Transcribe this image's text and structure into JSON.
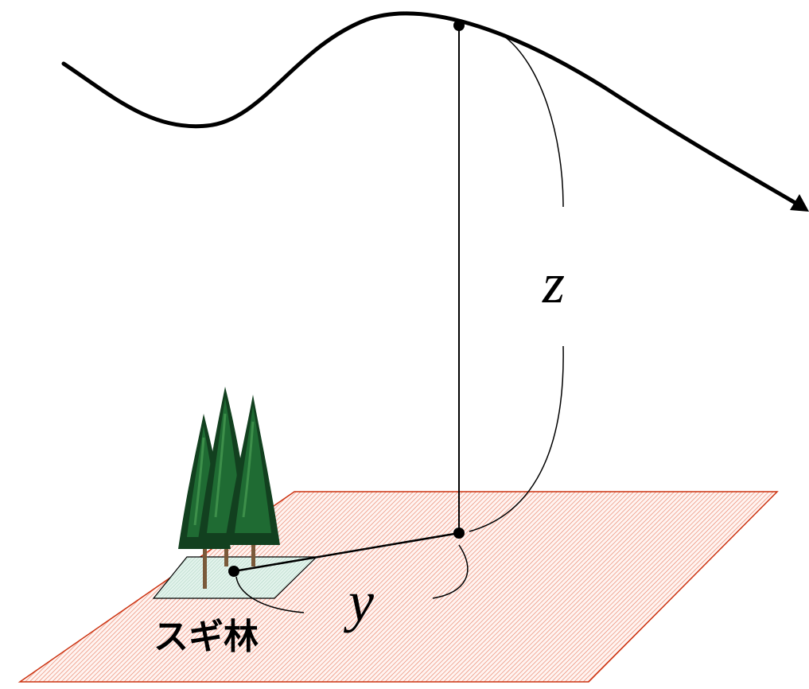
{
  "diagram": {
    "height_label": "z",
    "distance_label": "y",
    "source_label": "スギ林"
  },
  "colors": {
    "ground_outline": "#cc3311",
    "ground_hatch": "#e8836a",
    "ground_fill": "#fff4f1",
    "forest_patch_fill": "#e3f3ec",
    "tree_dark": "#12401f",
    "tree_mid": "#1f6b33",
    "tree_light": "#3d8f4a",
    "trunk": "#7a5a3a",
    "line": "#000000"
  },
  "icons": {
    "forest": "cedar-trees-icon",
    "trajectory_arrow": "arrow-head-icon"
  }
}
